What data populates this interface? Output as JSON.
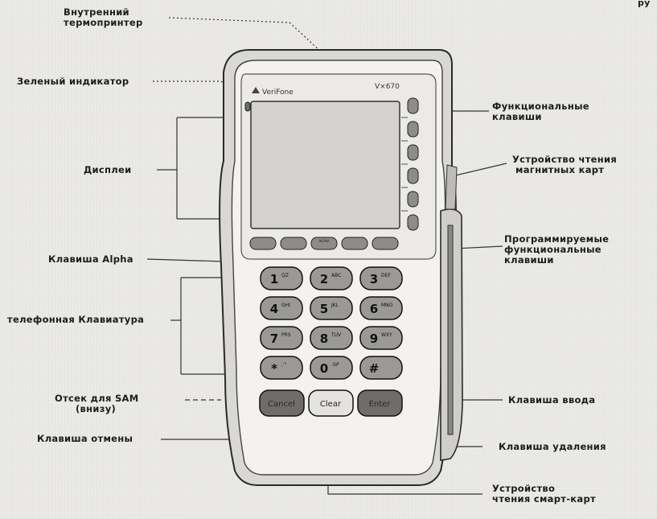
{
  "device": {
    "brand": "VeriFone",
    "model": "V×670",
    "keys": [
      {
        "main": "1",
        "sub": "QZ"
      },
      {
        "main": "2",
        "sub": "ABC"
      },
      {
        "main": "3",
        "sub": "DEF"
      },
      {
        "main": "4",
        "sub": "GHI"
      },
      {
        "main": "5",
        "sub": "JKL"
      },
      {
        "main": "6",
        "sub": "MNO"
      },
      {
        "main": "7",
        "sub": "PRS"
      },
      {
        "main": "8",
        "sub": "TUV"
      },
      {
        "main": "9",
        "sub": "WXY"
      },
      {
        "main": "*",
        "sub": ",'\""
      },
      {
        "main": "0",
        "sub": "-SP"
      },
      {
        "main": "#",
        "sub": ""
      }
    ],
    "cancel": "Cancel",
    "clear": "Clear",
    "enter": "Enter",
    "alpha": "ALPHA"
  },
  "labels": {
    "printer": [
      "Внутренний",
      "термопринтер"
    ],
    "green": "Зеленый индикатор",
    "display": "Дисплеи",
    "alpha": "Клавиша Alpha",
    "phone": "телефонная Клавиатура",
    "sam": [
      "Отсек для SAM",
      "(внизу)"
    ],
    "cancel": "Клавиша отмены",
    "func": [
      "Функциональные",
      "клавиши"
    ],
    "magnetic": [
      "Устройство чтения",
      "магнитных карт"
    ],
    "prog": [
      "Программируемые",
      "функциональные",
      "клавиши"
    ],
    "enter": "Клавиша ввода",
    "clear": "Клавиша удаления",
    "smart": [
      "Устройство",
      "чтения смарт-карт"
    ]
  },
  "corner_mark": "ру"
}
